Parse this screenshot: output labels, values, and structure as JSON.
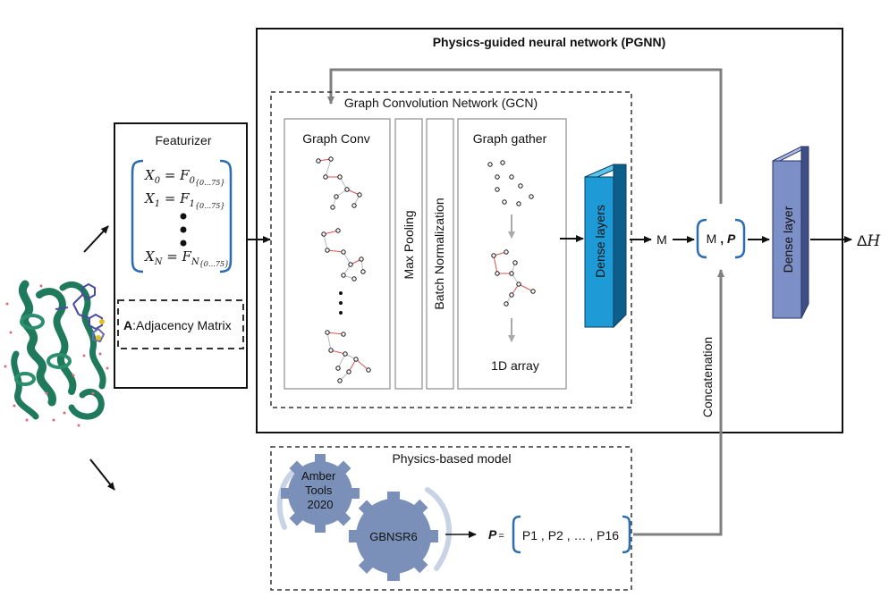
{
  "pgnn": {
    "title": "Physics-guided neural network (PGNN)"
  },
  "gcn": {
    "title": "Graph Convolution Network (GCN)"
  },
  "featurizer": {
    "title": "Featurizer",
    "eq0": {
      "lhs": "X",
      "lsub": "0",
      "rhs": "F",
      "rsub": "0",
      "range": "{0…75}"
    },
    "eq1": {
      "lhs": "X",
      "lsub": "1",
      "rhs": "F",
      "rsub": "1",
      "range": "{0…75}"
    },
    "eqN": {
      "lhs": "X",
      "lsub": "N",
      "rhs": "F",
      "rsub": "N",
      "range": "{0…75}"
    },
    "adjacency_symbol": "A",
    "adjacency_label": ":Adjacency Matrix"
  },
  "graph_conv": {
    "label": "Graph Conv"
  },
  "max_pooling": {
    "label": "Max Pooling"
  },
  "batch_norm": {
    "label": "Batch Normalization"
  },
  "graph_gather": {
    "label": "Graph gather",
    "output_label": "1D array"
  },
  "dense_layers": {
    "label": "Dense layers"
  },
  "dense_layer": {
    "label": "Dense layer"
  },
  "m_output": {
    "label": "M"
  },
  "concat_node": {
    "m": "M",
    "sep": " , ",
    "p": "P"
  },
  "concatenation": {
    "label": "Concatenation"
  },
  "output": {
    "delta": "Δ",
    "symbol": "H"
  },
  "physics_model": {
    "title": "Physics-based model",
    "gear1": {
      "line1": "Amber",
      "line2": "Tools",
      "line3": "2020"
    },
    "gear2": {
      "label": "GBNSR6"
    },
    "p_symbol": "P",
    "equals": "=",
    "p_values": "P1 , P2 , … , P16"
  },
  "colors": {
    "frame": "#111111",
    "dash": "#333333",
    "edge_red": "#d9534f",
    "edge_gray": "#b8b8b8",
    "dense_blue_front": "#1e9ad6",
    "dense_blue_side": "#0c5f8a",
    "dense_blue_top": "#5cc4f0",
    "dense_layer_front": "#7c8fc6",
    "dense_layer_side": "#3f4f86",
    "dense_layer_top": "#aab7e0",
    "gear": "#7a90b8",
    "gear_arc": "#c9d3e6",
    "bracket_blue": "#2b6cb0",
    "protein": "#1f7a5c",
    "flow_gray": "#8a8a8a"
  }
}
